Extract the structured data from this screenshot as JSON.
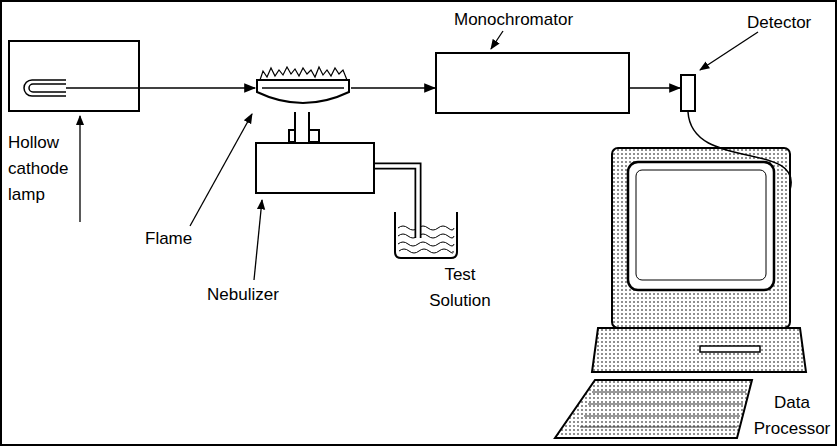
{
  "diagram": {
    "nodes": [
      {
        "text": [
          "Hollow cathode lamp"
        ]
      },
      {
        "text": [
          "Flame"
        ]
      },
      {
        "text": [
          "Monochromator"
        ]
      },
      {
        "text": [
          "Detector"
        ]
      },
      {
        "text": [
          "Nebulizer"
        ]
      },
      {
        "text": [
          "Test Solution"
        ]
      },
      {
        "text": [
          "Data Processor"
        ]
      }
    ],
    "edges": [
      {
        "from": 0,
        "to": 1,
        "arrow": "to"
      },
      {
        "from": 1,
        "to": 2,
        "arrow": "to"
      },
      {
        "from": 2,
        "to": 3,
        "arrow": "to"
      },
      {
        "from": 3,
        "to": 6,
        "arrow": "none"
      },
      {
        "from": 4,
        "to": 1,
        "arrow": "none"
      },
      {
        "from": 5,
        "to": 4,
        "arrow": "none"
      }
    ]
  }
}
